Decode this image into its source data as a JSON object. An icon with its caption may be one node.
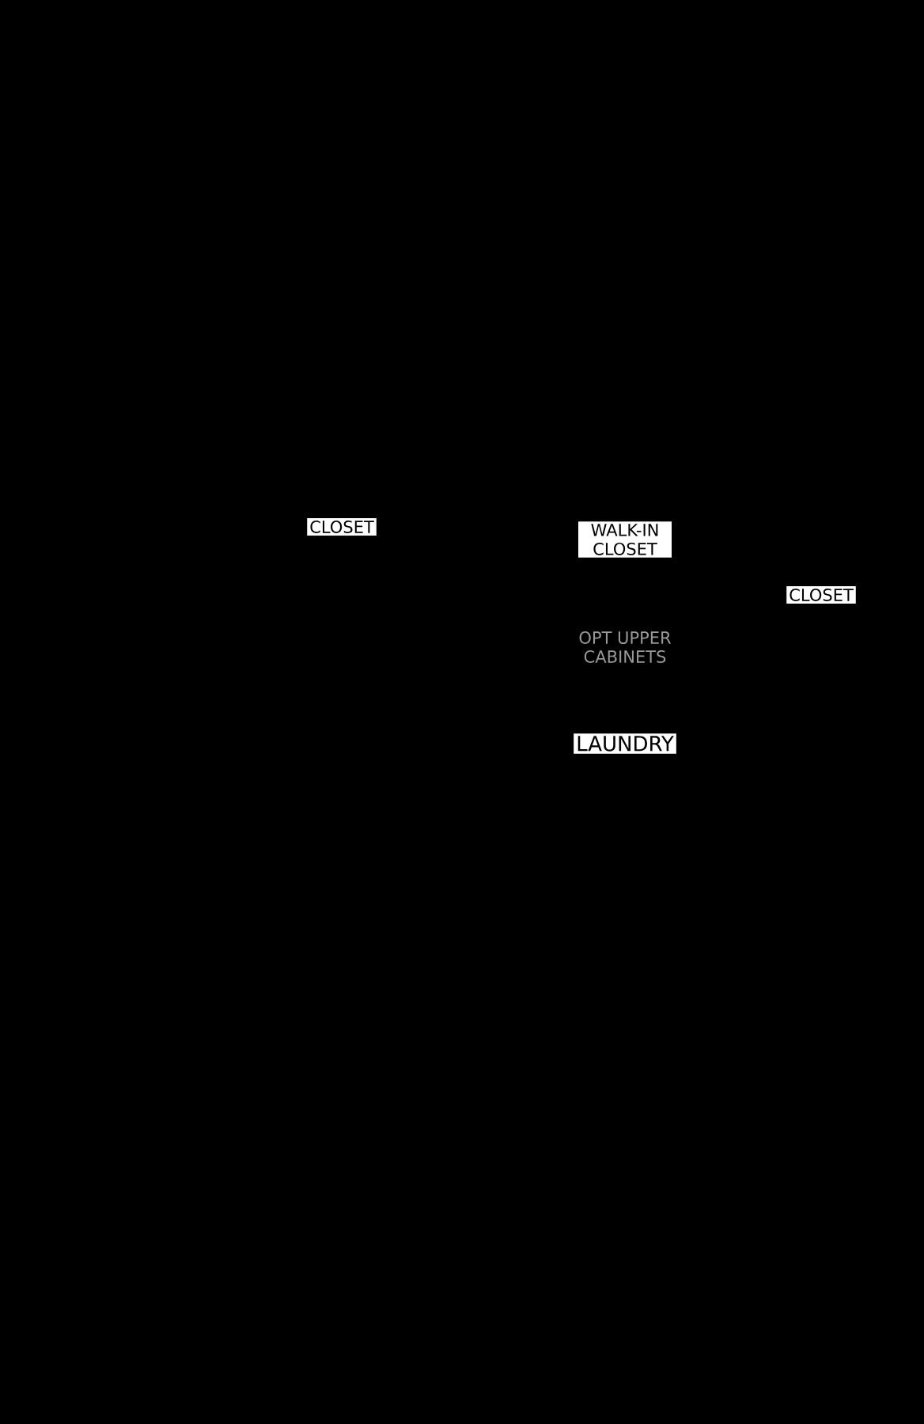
{
  "diagram": {
    "labels": [
      "CLOSET",
      "WALK-IN CLOSET",
      "CLOSET",
      "OPT UPPER CABINETS",
      "LAUNDRY"
    ]
  }
}
